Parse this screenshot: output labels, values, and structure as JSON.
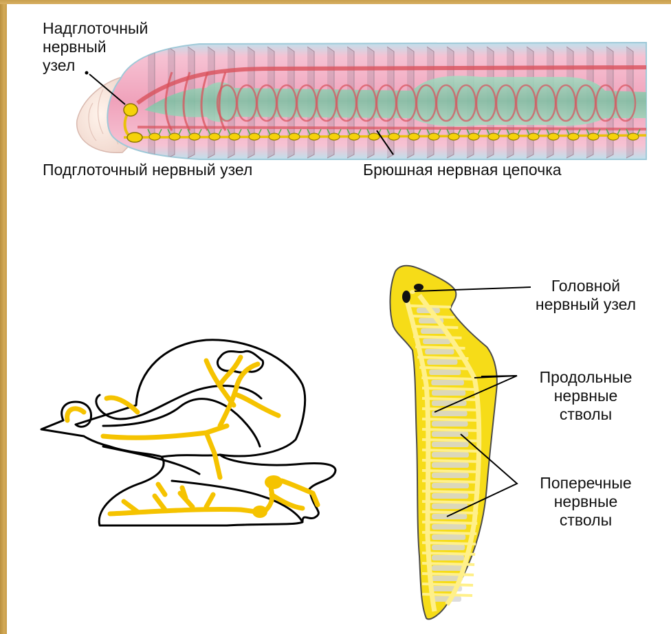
{
  "earthworm": {
    "label_supra": [
      "Надглоточный",
      "нервный",
      "узел"
    ],
    "label_sub": "Подглоточный нервный узел",
    "label_ventral": "Брюшная нервная цепочка"
  },
  "planarian": {
    "label_head": [
      "Головной",
      "нервный узел"
    ],
    "label_longitudinal": [
      "Продольные",
      "нервные",
      "стволы"
    ],
    "label_transverse": [
      "Поперечные",
      "нервные",
      "стволы"
    ]
  },
  "colors": {
    "nerve": "#f5d20a",
    "frame": "#c99e4b",
    "vessel": "#d9515b",
    "gut": "#8fceb0",
    "body": "#f4a9c0"
  }
}
